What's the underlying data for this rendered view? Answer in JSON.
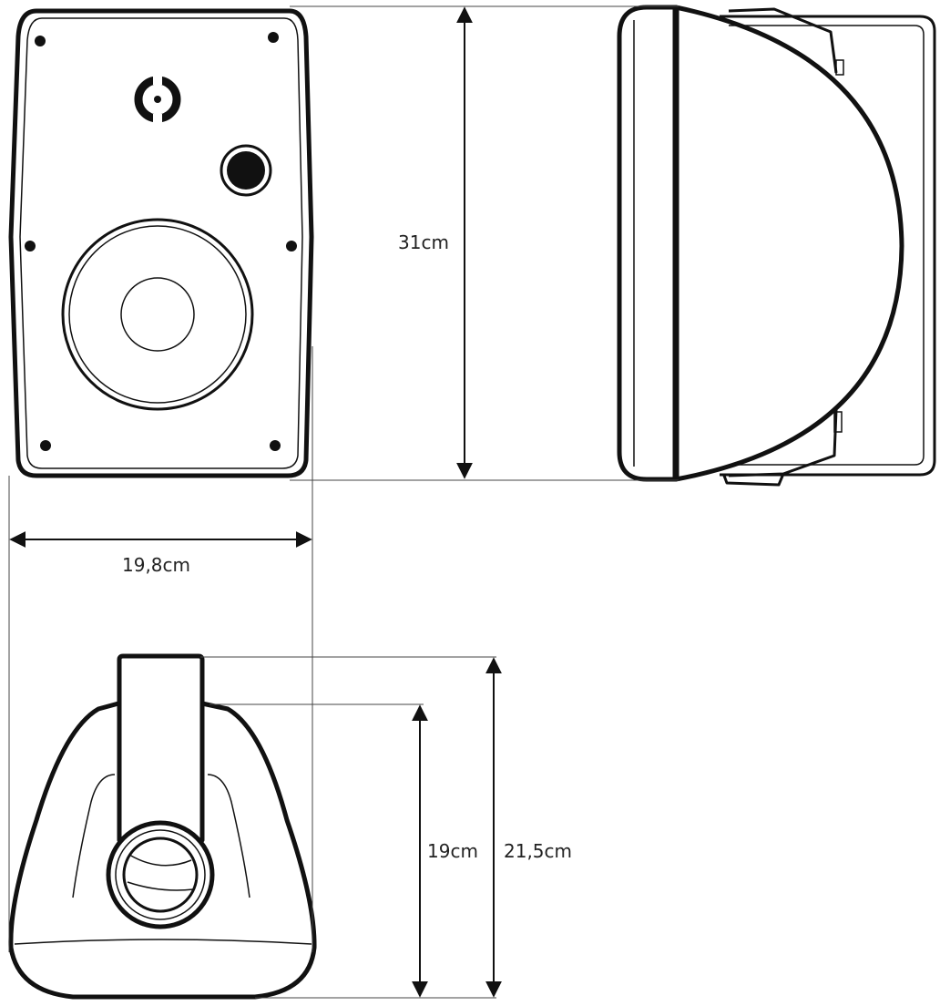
{
  "dimensions": {
    "height": "31cm",
    "width": "19,8cm",
    "depth_body": "19cm",
    "depth_total": "21,5cm"
  },
  "colors": {
    "line": "#111111",
    "text": "#222222",
    "background": "#ffffff"
  }
}
